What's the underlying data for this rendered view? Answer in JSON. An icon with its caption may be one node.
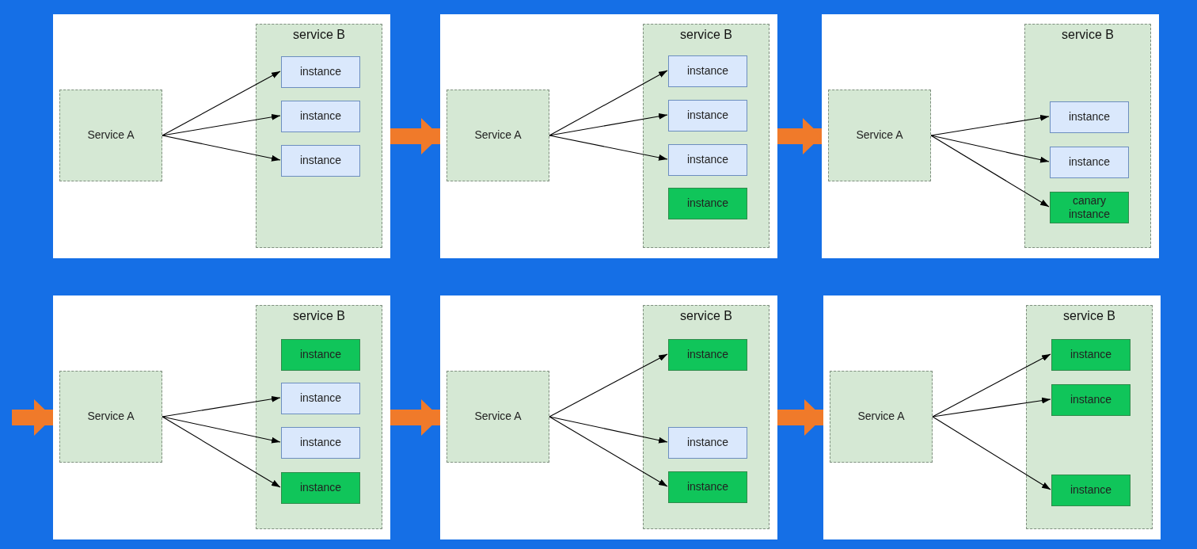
{
  "diagram": {
    "nodes": [
      {
        "text": [],
        "shape": "box"
      },
      {
        "text": [
          "Service A"
        ],
        "in": 0
      },
      {
        "text": [
          "service B"
        ],
        "in": 0
      },
      {
        "text": [
          "instance"
        ],
        "in": 2
      },
      {
        "text": [
          "instance"
        ],
        "in": 2
      },
      {
        "text": [
          "instance"
        ],
        "in": 2
      },
      {
        "text": [],
        "shape": "box"
      },
      {
        "text": [
          "Service A"
        ],
        "in": 6
      },
      {
        "text": [
          "service B"
        ],
        "in": 6
      },
      {
        "text": [
          "instance"
        ],
        "in": 8
      },
      {
        "text": [
          "instance"
        ],
        "in": 8
      },
      {
        "text": [
          "instance"
        ],
        "in": 8
      },
      {
        "text": [
          "instance"
        ],
        "in": 8
      },
      {
        "text": [],
        "shape": "box"
      },
      {
        "text": [
          "Service A"
        ],
        "in": 13
      },
      {
        "text": [
          "service B"
        ],
        "in": 13
      },
      {
        "text": [
          "instance"
        ],
        "in": 15
      },
      {
        "text": [
          "instance"
        ],
        "in": 15
      },
      {
        "text": [
          "canary instance"
        ],
        "in": 15
      },
      {
        "text": [],
        "shape": "box"
      },
      {
        "text": [
          "Service A"
        ],
        "in": 19
      },
      {
        "text": [
          "service B"
        ],
        "in": 19
      },
      {
        "text": [
          "instance"
        ],
        "in": 21
      },
      {
        "text": [
          "instance"
        ],
        "in": 21
      },
      {
        "text": [
          "instance"
        ],
        "in": 21
      },
      {
        "text": [
          "instance"
        ],
        "in": 21
      },
      {
        "text": [],
        "shape": "box"
      },
      {
        "text": [
          "Service A"
        ],
        "in": 26
      },
      {
        "text": [
          "service B"
        ],
        "in": 26
      },
      {
        "text": [
          "instance"
        ],
        "in": 28
      },
      {
        "text": [
          "instance"
        ],
        "in": 28
      },
      {
        "text": [
          "instance"
        ],
        "in": 28
      },
      {
        "text": [],
        "shape": "box"
      },
      {
        "text": [
          "Service A"
        ],
        "in": 32
      },
      {
        "text": [
          "service B"
        ],
        "in": 32
      },
      {
        "text": [
          "instance"
        ],
        "in": 34
      },
      {
        "text": [
          "instance"
        ],
        "in": 34
      },
      {
        "text": [
          "instance"
        ],
        "in": 34
      }
    ],
    "edges": [
      {
        "from": 1,
        "to": 3,
        "arrow": "to"
      },
      {
        "from": 1,
        "to": 4,
        "arrow": "to"
      },
      {
        "from": 1,
        "to": 5,
        "arrow": "to"
      },
      {
        "from": 7,
        "to": 9,
        "arrow": "to"
      },
      {
        "from": 7,
        "to": 10,
        "arrow": "to"
      },
      {
        "from": 7,
        "to": 11,
        "arrow": "to"
      },
      {
        "from": 14,
        "to": 16,
        "arrow": "to"
      },
      {
        "from": 14,
        "to": 17,
        "arrow": "to"
      },
      {
        "from": 14,
        "to": 18,
        "arrow": "to"
      },
      {
        "from": 20,
        "to": 23,
        "arrow": "to"
      },
      {
        "from": 20,
        "to": 24,
        "arrow": "to"
      },
      {
        "from": 20,
        "to": 25,
        "arrow": "to"
      },
      {
        "from": 27,
        "to": 29,
        "arrow": "to"
      },
      {
        "from": 27,
        "to": 30,
        "arrow": "to"
      },
      {
        "from": 27,
        "to": 31,
        "arrow": "to"
      },
      {
        "from": 33,
        "to": 35,
        "arrow": "to"
      },
      {
        "from": 33,
        "to": 36,
        "arrow": "to"
      },
      {
        "from": 33,
        "to": 37,
        "arrow": "to"
      },
      {
        "from": 0,
        "to": 6,
        "arrow": "to",
        "style": "thick",
        "color": "#f07a2a"
      },
      {
        "from": 6,
        "to": 13,
        "arrow": "to",
        "style": "thick",
        "color": "#f07a2a"
      },
      {
        "from": null,
        "to": 19,
        "arrow": "to",
        "style": "thick",
        "color": "#f07a2a"
      },
      {
        "from": 19,
        "to": 26,
        "arrow": "to",
        "style": "thick",
        "color": "#f07a2a"
      },
      {
        "from": 26,
        "to": 32,
        "arrow": "to",
        "style": "thick",
        "color": "#f07a2a"
      }
    ]
  }
}
